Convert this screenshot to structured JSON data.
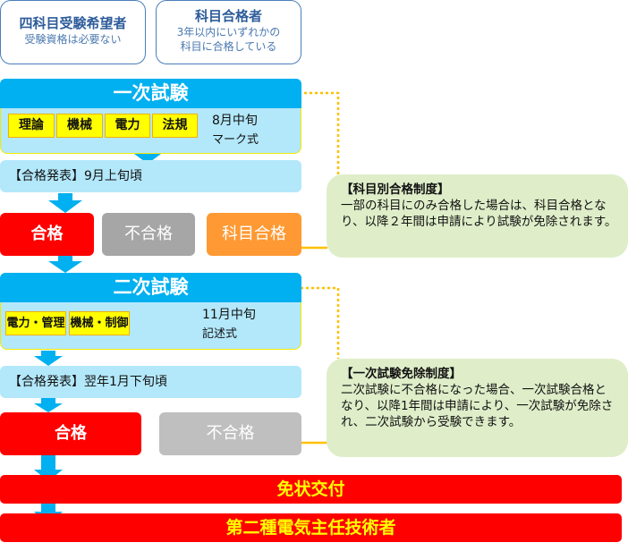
{
  "top_boxes": [
    {
      "title": "四科目受験希望者",
      "sub": [
        "受験資格は必要ない"
      ]
    },
    {
      "title": "科目合格者",
      "sub": [
        "3年以内にいずれかの",
        "科目に合格している"
      ]
    }
  ],
  "exam1": {
    "title": "一次試験",
    "subjects": [
      "理論",
      "機械",
      "電力",
      "法規"
    ],
    "date": "8月中旬",
    "format": "マーク式",
    "announce": "【合格発表】9月上旬頃",
    "pass": "合格",
    "fail": "不合格",
    "partial": "科目合格"
  },
  "exam2": {
    "title": "二次試験",
    "subjects": [
      "電力・管理",
      "機械・制御"
    ],
    "date": "11月中旬",
    "format": "記述式",
    "announce": "【合格発表】翌年1月下旬頃",
    "pass": "合格",
    "fail": "不合格"
  },
  "callout1": {
    "title": "【科目別合格制度】",
    "text": "一部の科目にのみ合格した場合は、科目合格となり、以降２年間は申請により試験が免除されます。"
  },
  "callout2": {
    "title": "【一次試験免除制度】",
    "text": "二次試験に不合格になった場合、一次試験合格となり、以降1年間は申請により、一次試験が免除され、二次試験から受験できます。"
  },
  "license": "免状交付",
  "final": "第二種電気主任技術者",
  "colors": {
    "blue": "#00b0f0",
    "light_blue": "#b3e8fb",
    "red": "#ff0000",
    "orange": "#ff9933",
    "gray": "#a6a6a6",
    "callout": "#dfeec9",
    "connector": "#ffc000"
  }
}
